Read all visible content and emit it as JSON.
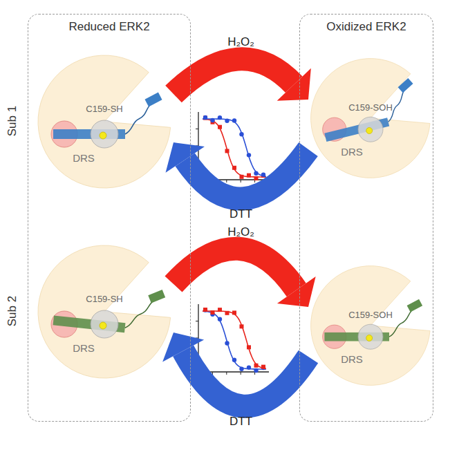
{
  "diagram": {
    "nodes": [
      {
        "text": [
          "Reduced ERK2"
        ]
      },
      {
        "text": [
          "C159-SH",
          "DRS"
        ],
        "in": 0
      },
      {
        "text": [
          "C159-SH",
          "DRS"
        ],
        "in": 0
      },
      {
        "text": [
          "Oxidized ERK2"
        ]
      },
      {
        "text": [
          "C159-SOH",
          "DRS"
        ],
        "in": 3
      },
      {
        "text": [
          "C159-SOH",
          "DRS"
        ],
        "in": 3
      }
    ],
    "edges": [
      {
        "from": 1,
        "to": 4,
        "label": "H₂O₂",
        "arrow": "to"
      },
      {
        "from": 4,
        "to": 1,
        "label": "DTT",
        "arrow": "to"
      },
      {
        "from": 2,
        "to": 5,
        "label": "H₂O₂",
        "arrow": "to"
      },
      {
        "from": 5,
        "to": 2,
        "label": "DTT",
        "arrow": "to"
      }
    ],
    "labels": [
      "Sub 1",
      "Sub 2"
    ]
  }
}
